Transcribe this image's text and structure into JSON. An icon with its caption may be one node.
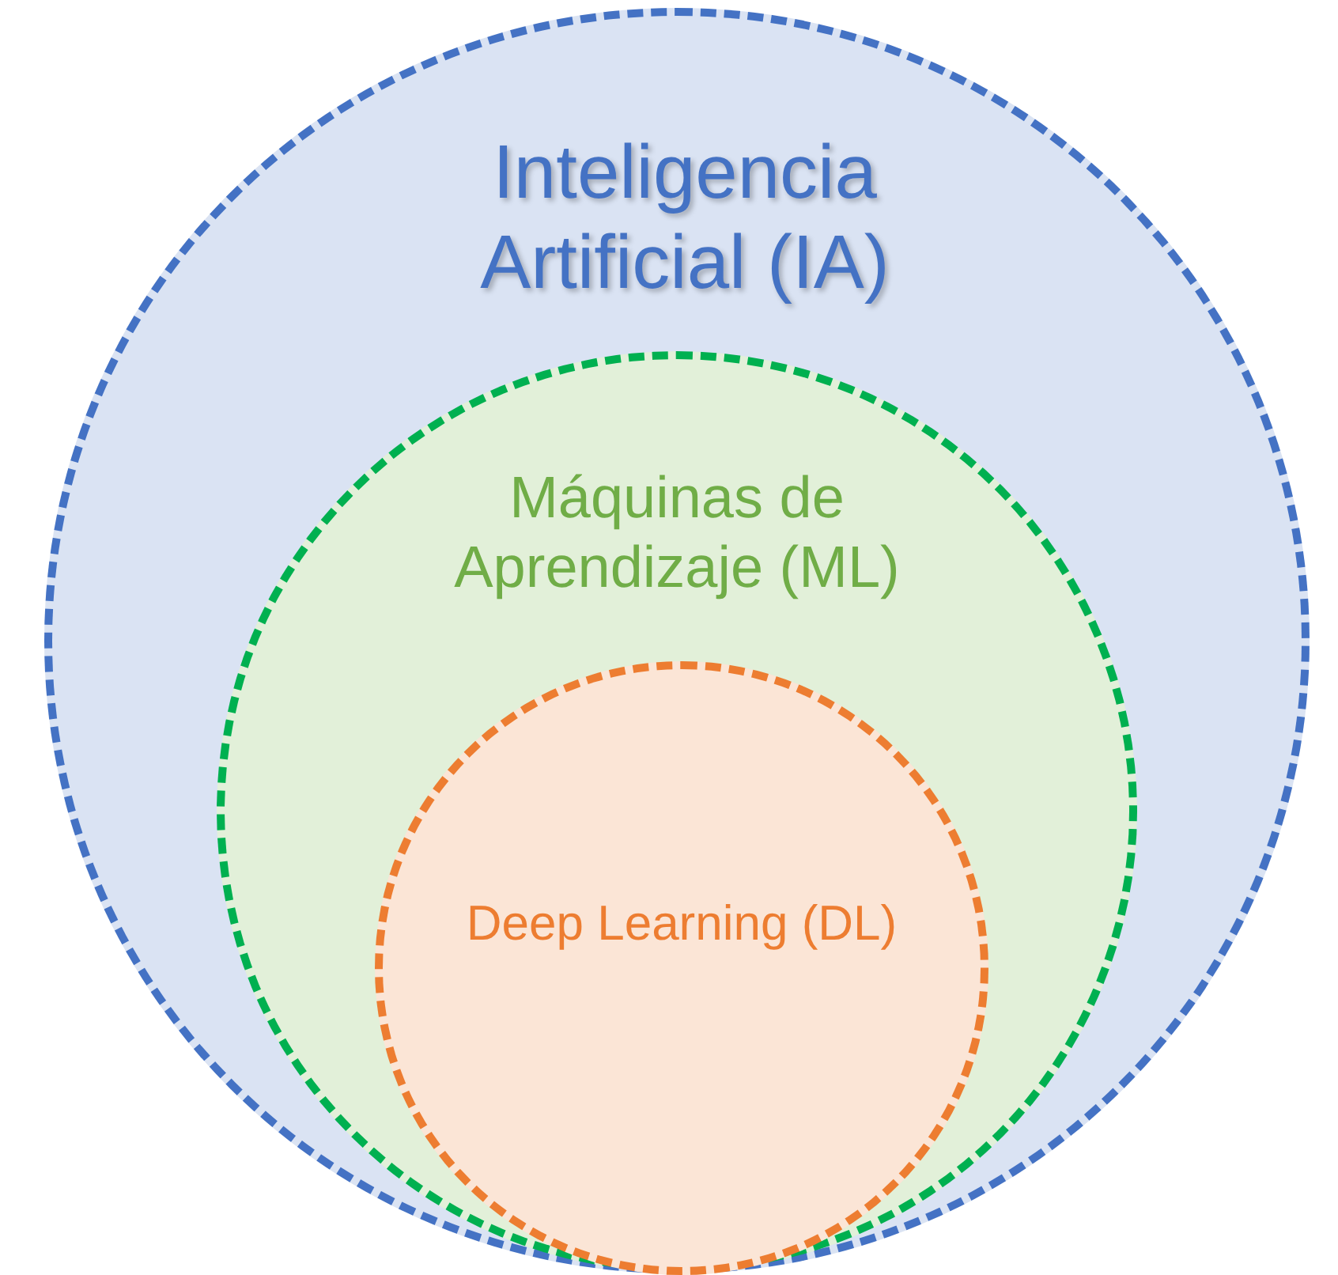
{
  "diagram": {
    "nodes": [
      {
        "text": [
          "Inteligencia Artificial (IA)"
        ]
      },
      {
        "text": [
          "Máquinas de Aprendizaje (ML)"
        ],
        "in": 0
      },
      {
        "text": [
          "Deep Learning (DL)"
        ],
        "in": 1
      }
    ]
  }
}
